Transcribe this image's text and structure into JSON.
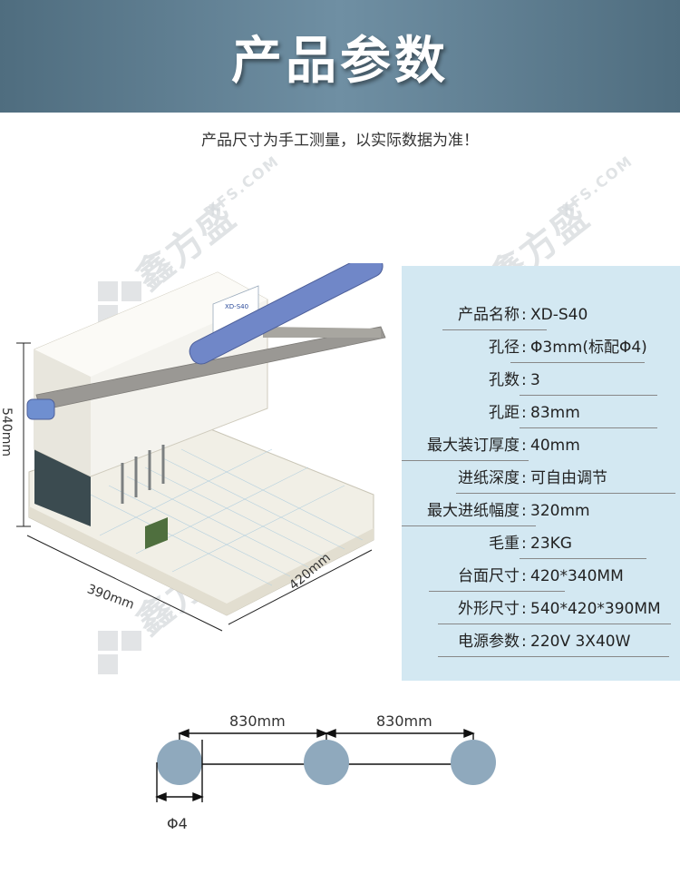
{
  "banner": {
    "title": "产品参数"
  },
  "note": "产品尺寸为手工测量，以实际数据为准！",
  "watermark": {
    "brand": "鑫方盛",
    "site": "XFS.COM"
  },
  "machine_dims": {
    "height": "540mm",
    "depth": "390mm",
    "width": "420mm"
  },
  "machine_label": "XD-S40",
  "specs": [
    {
      "label": "产品名称",
      "value": "XD-S40"
    },
    {
      "label": "孔径",
      "value": "Φ3mm(标配Φ4)"
    },
    {
      "label": "孔数",
      "value": "3"
    },
    {
      "label": "孔距",
      "value": "83mm"
    },
    {
      "label": "最大装订厚度",
      "value": "40mm"
    },
    {
      "label": "进纸深度",
      "value": "可自由调节"
    },
    {
      "label": "最大进纸幅度",
      "value": "320mm"
    },
    {
      "label": "毛重",
      "value": "23KG"
    },
    {
      "label": "台面尺寸",
      "value": "420*340MM"
    },
    {
      "label": "外形尺寸",
      "value": "540*420*390MM"
    },
    {
      "label": "电源参数",
      "value": "220V 3X40W"
    }
  ],
  "hole_diagram": {
    "spacing_1": "830mm",
    "spacing_2": "830mm",
    "diameter": "Φ4"
  },
  "colors": {
    "banner": "#5a7889",
    "panel": "#d3e8f2",
    "hole": "#8fa9bd",
    "arm": "#6f8fd0"
  }
}
